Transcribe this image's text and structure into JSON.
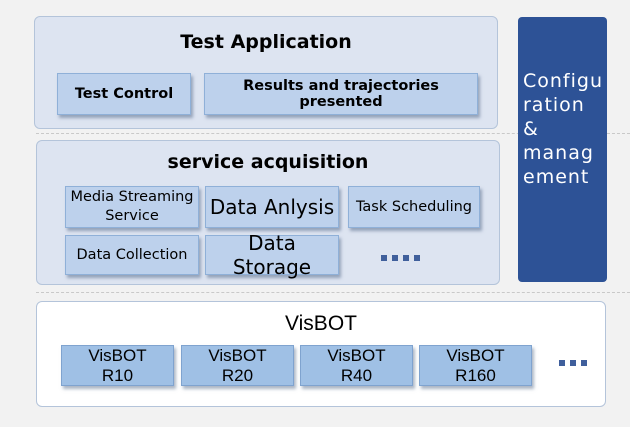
{
  "test_application": {
    "title": "Test Application",
    "items": [
      "Test Control",
      "Results and trajectories presented"
    ]
  },
  "service_acquisition": {
    "title": "service acquisition",
    "items": [
      "Media Streaming Service",
      "Data Anlysis",
      "Task Scheduling",
      "Data Collection",
      "Data Storage"
    ]
  },
  "configuration": {
    "label": "Configu\nration\n&\nmanag\nement"
  },
  "visbot": {
    "title": "VisBOT",
    "models": [
      "VisBOT\nR10",
      "VisBOT\nR20",
      "VisBOT\nR40",
      "VisBOT\nR160"
    ]
  },
  "colors": {
    "panel_fill": "#dde4f1",
    "box_fill": "#bdd1ec",
    "robot_box_fill": "#9fc0e5",
    "config_fill": "#2d5296",
    "ellipsis_dots": "#3f5f9c"
  }
}
